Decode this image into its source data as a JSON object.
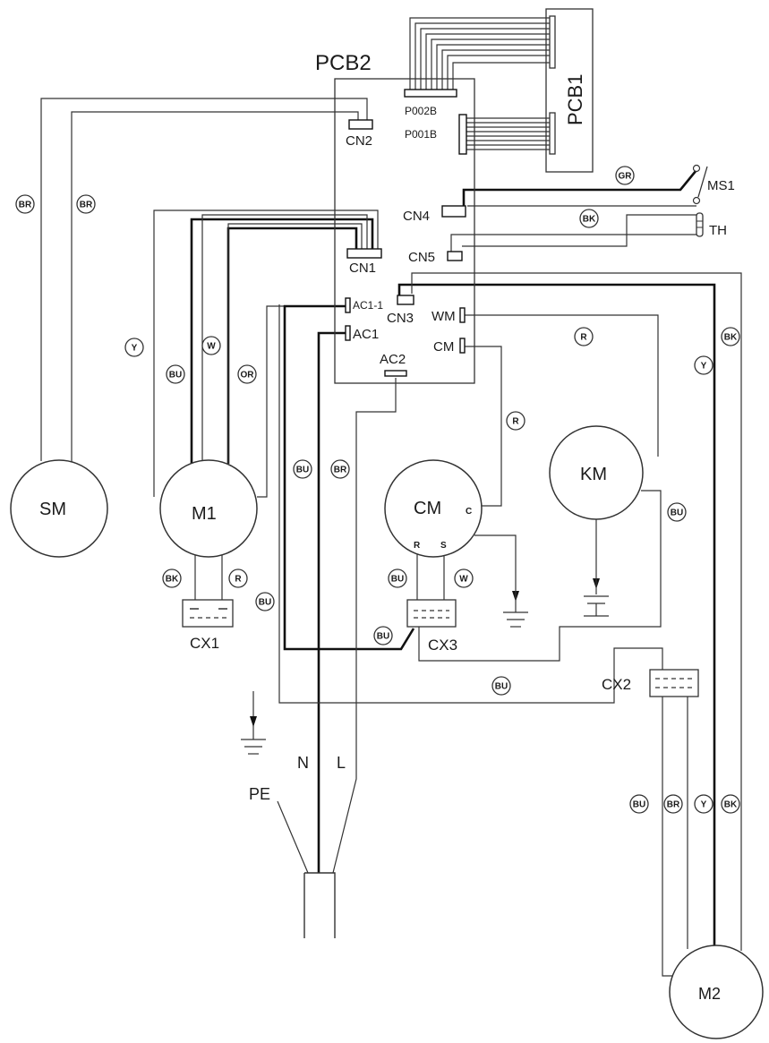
{
  "boards": {
    "pcb2": "PCB2",
    "pcb1": "PCB1"
  },
  "connectors": {
    "p002b": "P002B",
    "p001b": "P001B",
    "cn2": "CN2",
    "cn4": "CN4",
    "cn5": "CN5",
    "cn1": "CN1",
    "ac1_1": "AC1-1",
    "cn3": "CN3",
    "ac1": "AC1",
    "wm": "WM",
    "cm": "CM",
    "ac2": "AC2"
  },
  "switches": {
    "ms1": "MS1",
    "th": "TH"
  },
  "motors": {
    "sm": "SM",
    "m1": "M1",
    "cm": "CM",
    "km": "KM",
    "m2": "M2"
  },
  "motor_terminals": {
    "c": "C",
    "r": "R",
    "s": "S"
  },
  "capacitors": {
    "cx1": "CX1",
    "cx2": "CX2",
    "cx3": "CX3"
  },
  "power": {
    "pe": "PE",
    "n": "N",
    "l": "L"
  },
  "wire_tags": [
    {
      "name": "wire-tag-br",
      "text": "BR"
    },
    {
      "name": "wire-tag-br",
      "text": "BR"
    },
    {
      "name": "wire-tag-gr",
      "text": "GR"
    },
    {
      "name": "wire-tag-bk",
      "text": "BK"
    },
    {
      "name": "wire-tag-y",
      "text": "Y"
    },
    {
      "name": "wire-tag-w",
      "text": "W"
    },
    {
      "name": "wire-tag-bu",
      "text": "BU"
    },
    {
      "name": "wire-tag-or",
      "text": "OR"
    },
    {
      "name": "wire-tag-r",
      "text": "R"
    },
    {
      "name": "wire-tag-bk",
      "text": "BK"
    },
    {
      "name": "wire-tag-y",
      "text": "Y"
    },
    {
      "name": "wire-tag-r",
      "text": "R"
    },
    {
      "name": "wire-tag-bu",
      "text": "BU"
    },
    {
      "name": "wire-tag-br",
      "text": "BR"
    },
    {
      "name": "wire-tag-bu",
      "text": "BU"
    },
    {
      "name": "wire-tag-bk",
      "text": "BK"
    },
    {
      "name": "wire-tag-r",
      "text": "R"
    },
    {
      "name": "wire-tag-bu",
      "text": "BU"
    },
    {
      "name": "wire-tag-bu",
      "text": "BU"
    },
    {
      "name": "wire-tag-w",
      "text": "W"
    },
    {
      "name": "wire-tag-bu",
      "text": "BU"
    },
    {
      "name": "wire-tag-bu",
      "text": "BU"
    },
    {
      "name": "wire-tag-bu",
      "text": "BU"
    },
    {
      "name": "wire-tag-br",
      "text": "BR"
    },
    {
      "name": "wire-tag-y",
      "text": "Y"
    },
    {
      "name": "wire-tag-bk",
      "text": "BK"
    }
  ]
}
